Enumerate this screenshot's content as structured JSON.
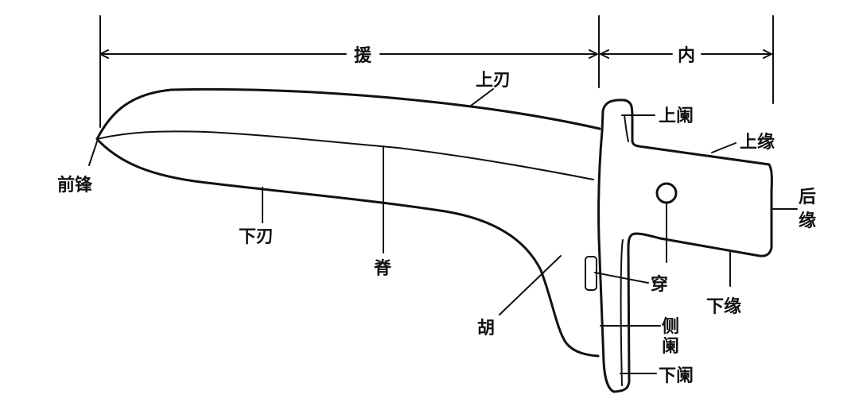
{
  "title": "戈 structure diagram",
  "dimensions": {
    "yuan": "援",
    "nei": "内"
  },
  "labels": {
    "shang_ren": "上刃",
    "shang_lan": "上阑",
    "shang_yuan": "上缘",
    "hou_yuan_1": "后",
    "hou_yuan_2": "缘",
    "qian_feng": "前锋",
    "xia_ren": "下刃",
    "ji": "脊",
    "chuan": "穿",
    "xia_yuan": "下缘",
    "hu": "胡",
    "ce_lan_1": "侧",
    "ce_lan_2": "阑",
    "xia_lan": "下阑"
  },
  "colors": {
    "ink": "#111111",
    "paper": "#ffffff"
  }
}
